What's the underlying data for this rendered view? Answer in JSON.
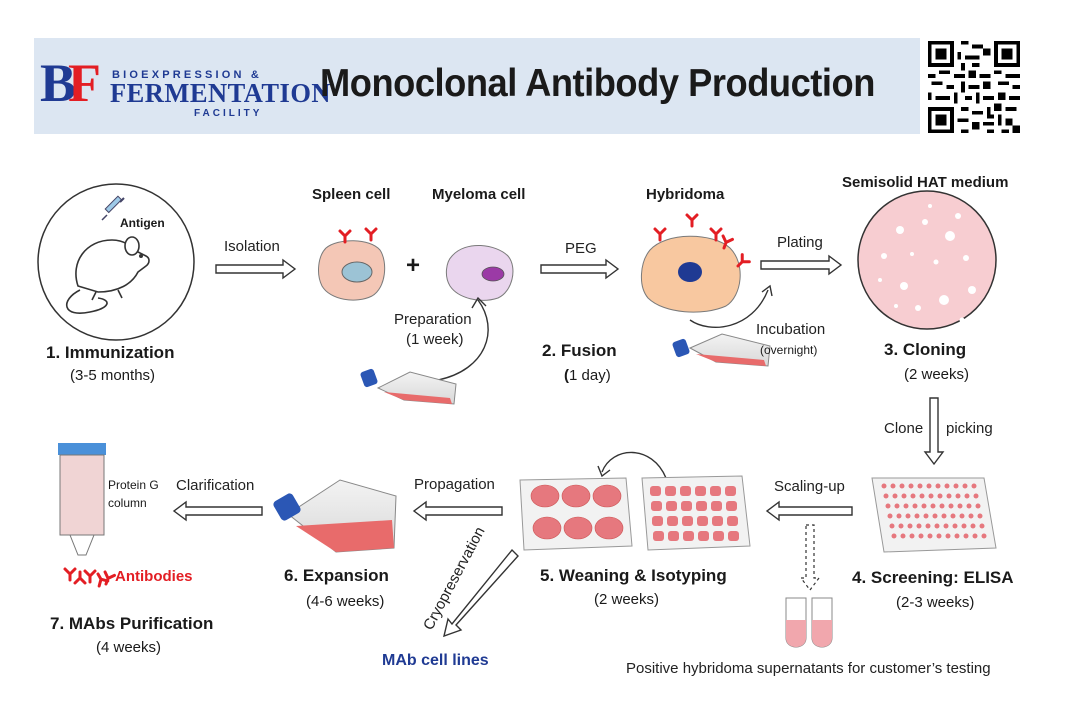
{
  "header": {
    "title": "Monoclonal Antibody Production",
    "logo": {
      "mark": "BF",
      "line1": "BIOEXPRESSION &",
      "line2": "FERMENTATION",
      "line3": "FACILITY"
    },
    "qr_icon": "qr-code-icon"
  },
  "labels": {
    "antigen": "Antigen",
    "isolation": "Isolation",
    "spleen_cell": "Spleen cell",
    "myeloma_cell": "Myeloma cell",
    "plus": "+",
    "peg": "PEG",
    "hybridoma": "Hybridoma",
    "plating": "Plating",
    "semisolid": "Semisolid HAT medium",
    "preparation": "Preparation",
    "preparation_time": "(1 week)",
    "incubation": "Incubation",
    "incubation_time": "(overnight)",
    "clone": "Clone",
    "picking": "picking",
    "scaling_up": "Scaling-up",
    "propagation": "Propagation",
    "clarification": "Clarification",
    "protein_g": "Protein G",
    "column": "column",
    "antibodies": "Antibodies",
    "cryopreservation": "Cryopreservation",
    "mab_cell_lines": "MAb cell lines",
    "positive_supernatants": "Positive  hybridoma supernatants for customer’s testing"
  },
  "steps": [
    {
      "title": "1. Immunization",
      "duration": "(3-5 months)"
    },
    {
      "title": "2. Fusion",
      "duration_bold": "(",
      "duration": "1 day)"
    },
    {
      "title": "3. Cloning",
      "duration": "(2 weeks)"
    },
    {
      "title": "4. Screening: ELISA",
      "duration": "(2-3  weeks)"
    },
    {
      "title": "5. Weaning & Isotyping",
      "duration": "(2 weeks)"
    },
    {
      "title": "6. Expansion",
      "duration": "(4-6 weeks)"
    },
    {
      "title": "7. MAbs Purification",
      "duration": "(4 weeks)"
    }
  ],
  "colors": {
    "header_bg": "#dce6f2",
    "logo_blue": "#1f3a93",
    "logo_red": "#e31e24",
    "antibody_red": "#e31e24",
    "mab_blue": "#1f3a93",
    "hybridoma_fill": "#f8c8a0",
    "medium_pink": "#f7cdd1"
  }
}
